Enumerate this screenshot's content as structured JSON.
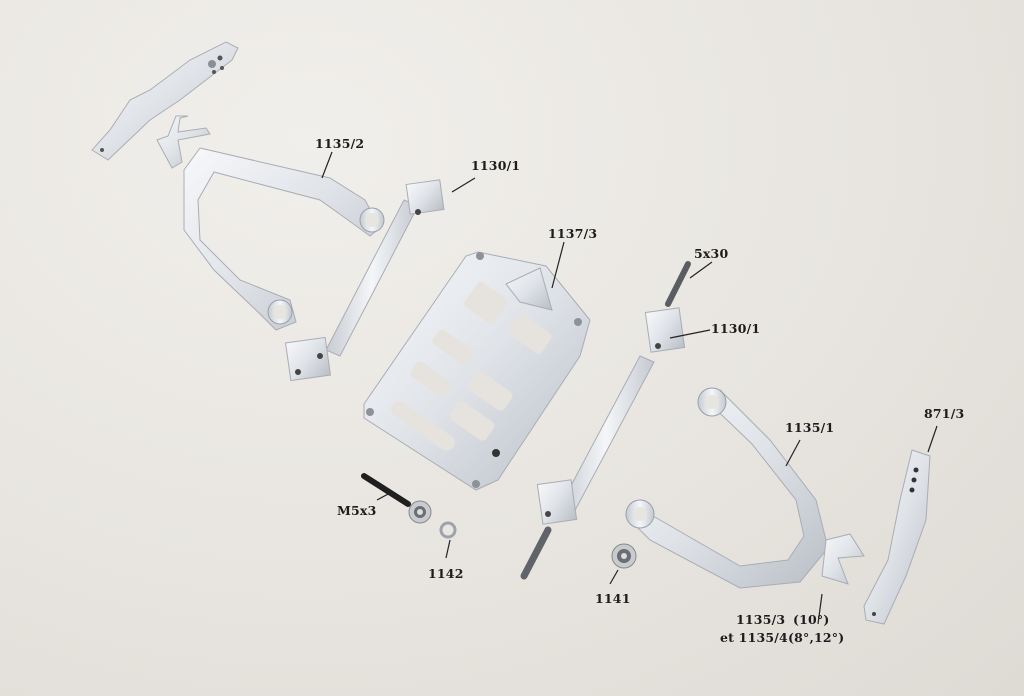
{
  "photo": {
    "subject": "exploded view of aluminium chassis suspension parts",
    "background_color": "#e9e6e1",
    "part_color": "#d9dde2"
  },
  "labels": [
    {
      "id": "l1135-2",
      "text": "1135/2"
    },
    {
      "id": "l1130-1a",
      "text": "1130/1"
    },
    {
      "id": "l1137-3",
      "text": "1137/3"
    },
    {
      "id": "l5x30",
      "text": "5x30"
    },
    {
      "id": "l1130-1b",
      "text": "1130/1"
    },
    {
      "id": "l1135-1",
      "text": "1135/1"
    },
    {
      "id": "l871-3",
      "text": "871/3"
    },
    {
      "id": "lM5x3",
      "text": "M5x3"
    },
    {
      "id": "l1142",
      "text": "1142"
    },
    {
      "id": "l1141",
      "text": "1141"
    },
    {
      "id": "l1135-3",
      "text": "1135/3"
    },
    {
      "id": "l10deg",
      "text": "(10°)"
    },
    {
      "id": "l1135-4",
      "text": "et 1135/4"
    },
    {
      "id": "l8-12deg",
      "text": "(8°,12°)"
    }
  ]
}
